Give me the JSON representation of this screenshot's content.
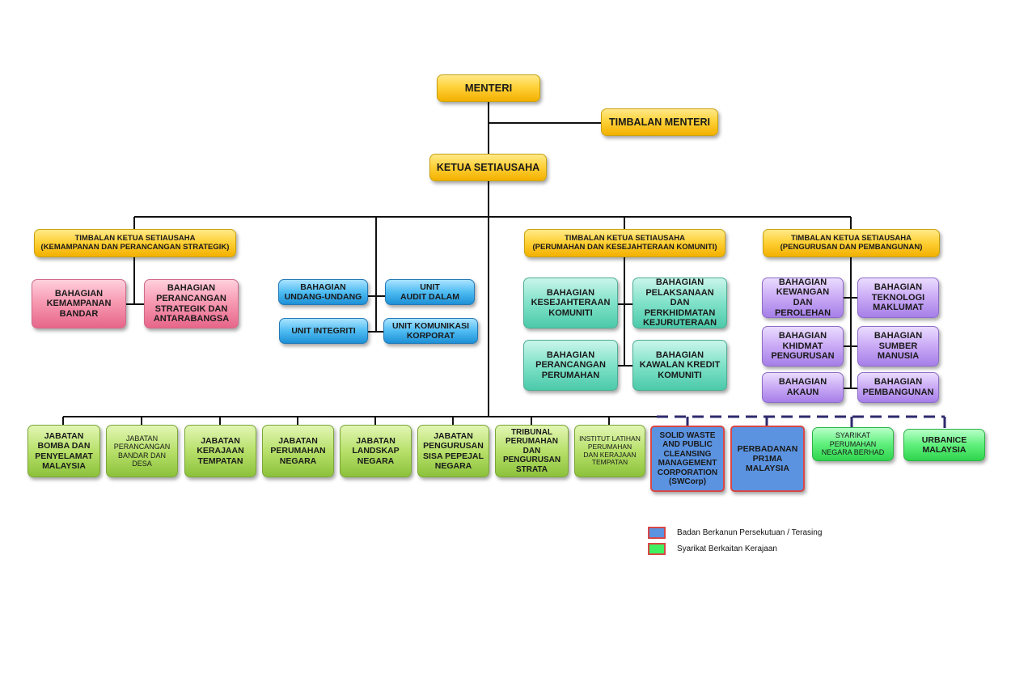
{
  "top": {
    "menteri": "MENTERI",
    "timbalan_menteri": "TIMBALAN MENTERI",
    "ketua_setiausaha": "KETUA SETIAUSAHA"
  },
  "deputies": {
    "kemampanan": "TIMBALAN KETUA SETIAUSAHA\n(KEMAMPANAN DAN PERANCANGAN STRATEGIK)",
    "perumahan": "TIMBALAN KETUA SETIAUSAHA\n(PERUMAHAN DAN KESEJAHTERAAN KOMUNITI)",
    "pengurusan": "TIMBALAN KETUA SETIAUSAHA\n(PENGURUSAN DAN PEMBANGUNAN)"
  },
  "pink_divisions": [
    "BAHAGIAN\nKEMAMPANAN\nBANDAR",
    "BAHAGIAN\nPERANCANGAN\nSTRATEGIK DAN\nANTARABANGSA"
  ],
  "blue_units": [
    "BAHAGIAN\nUNDANG-UNDANG",
    "UNIT\nAUDIT DALAM",
    "UNIT INTEGRITI",
    "UNIT KOMUNIKASI\nKORPORAT"
  ],
  "teal_divisions": [
    "BAHAGIAN\nKESEJAHTERAAN\nKOMUNITI",
    "BAHAGIAN\nPELAKSANAAN DAN\nPERKHIDMATAN\nKEJURUTERAAN",
    "BAHAGIAN\nPERANCANGAN\nPERUMAHAN",
    "BAHAGIAN\nKAWALAN KREDIT\nKOMUNITI"
  ],
  "purple_divisions": [
    "BAHAGIAN\nKEWANGAN DAN\nPEROLEHAN",
    "BAHAGIAN\nTEKNOLOGI\nMAKLUMAT",
    "BAHAGIAN\nKHIDMAT\nPENGURUSAN",
    "BAHAGIAN\nSUMBER\nMANUSIA",
    "BAHAGIAN\nAKAUN",
    "BAHAGIAN\nPEMBANGUNAN"
  ],
  "departments": [
    "JABATAN\nBOMBA DAN\nPENYELAMAT\nMALAYSIA",
    "JABATAN\nPERANCANGAN\nBANDAR DAN\nDESA",
    "JABATAN\nKERAJAAN\nTEMPATAN",
    "JABATAN\nPERUMAHAN\nNEGARA",
    "JABATAN\nLANDSKAP\nNEGARA",
    "JABATAN\nPENGURUSAN\nSISA PEPEJAL\nNEGARA",
    "TRIBUNAL\nPERUMAHAN\nDAN\nPENGURUSAN\nSTRATA",
    "INSTITUT LATIHAN\nPERUMAHAN\nDAN KERAJAAN\nTEMPATAN"
  ],
  "statutory_bodies": [
    "SOLID WASTE\nAND PUBLIC\nCLEANSING\nMANAGEMENT\nCORPORATION\n(SWCorp)",
    "PERBADANAN\nPR1MA\nMALAYSIA"
  ],
  "companies": [
    "SYARIKAT\nPERUMAHAN\nNEGARA BERHAD",
    "URBANICE\nMALAYSIA"
  ],
  "legend": {
    "statutory": "Badan Berkanun Persekutuan / Terasing",
    "company": "Syarikat Berkaitan Kerajaan",
    "statutory_color": "#5b93e0",
    "company_color": "#3ff060",
    "border_color": "#d84747"
  }
}
